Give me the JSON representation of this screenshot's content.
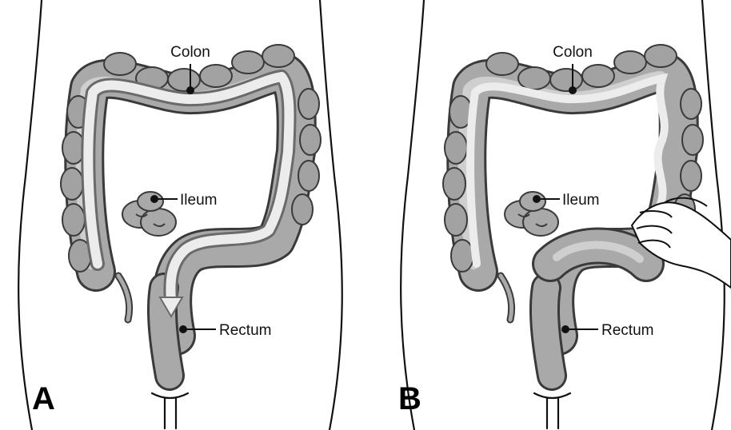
{
  "panels": [
    {
      "letter": "A",
      "labels": {
        "colon": "Colon",
        "ileum": "Ileum",
        "rectum": "Rectum"
      },
      "hand_present": false,
      "flow_arrow": true
    },
    {
      "letter": "B",
      "labels": {
        "colon": "Colon",
        "ileum": "Ileum",
        "rectum": "Rectum"
      },
      "hand_present": true,
      "flow_arrow": false
    }
  ],
  "colors": {
    "organ_fill": "#a9a9a9",
    "organ_outline": "#3a3a3a",
    "lumen": "#ececec",
    "text": "#111111"
  }
}
